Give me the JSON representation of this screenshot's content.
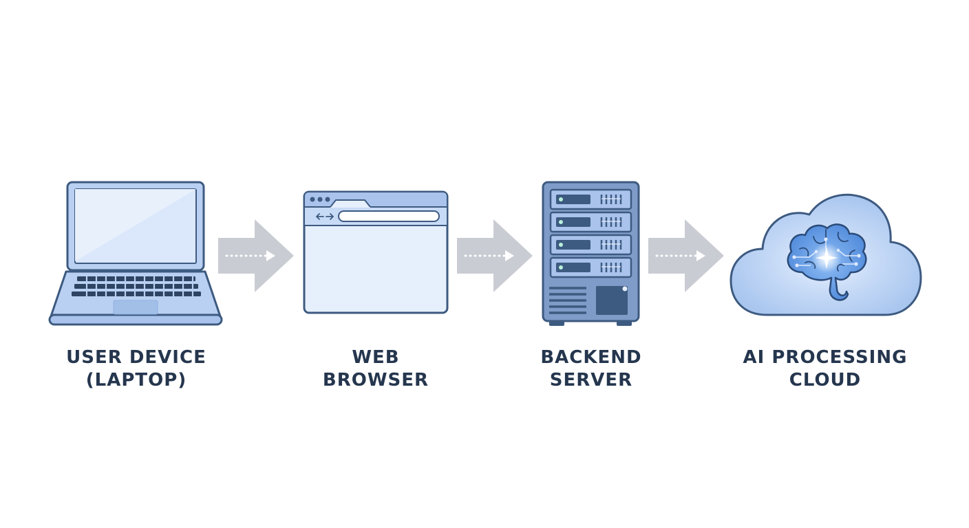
{
  "colors": {
    "outline": "#3d5a80",
    "fill_light": "#dbe8fb",
    "fill_mid": "#b9d0f2",
    "fill_dark": "#7f9bc8",
    "label": "#25364e",
    "arrow": "#c9ccd2",
    "accent_glow": "#ffffff"
  },
  "nodes": [
    {
      "id": "user-device",
      "icon": "laptop-icon",
      "label_line1": "USER DEVICE",
      "label_line2": "(LAPTOP)"
    },
    {
      "id": "web-browser",
      "icon": "browser-window-icon",
      "label_line1": "WEB",
      "label_line2": "BROWSER"
    },
    {
      "id": "backend-server",
      "icon": "server-rack-icon",
      "label_line1": "BACKEND",
      "label_line2": "SERVER"
    },
    {
      "id": "ai-cloud",
      "icon": "cloud-brain-icon",
      "label_line1": "AI PROCESSING",
      "label_line2": "CLOUD"
    }
  ],
  "connections": [
    {
      "from": "user-device",
      "to": "web-browser"
    },
    {
      "from": "web-browser",
      "to": "backend-server"
    },
    {
      "from": "backend-server",
      "to": "ai-cloud"
    }
  ]
}
